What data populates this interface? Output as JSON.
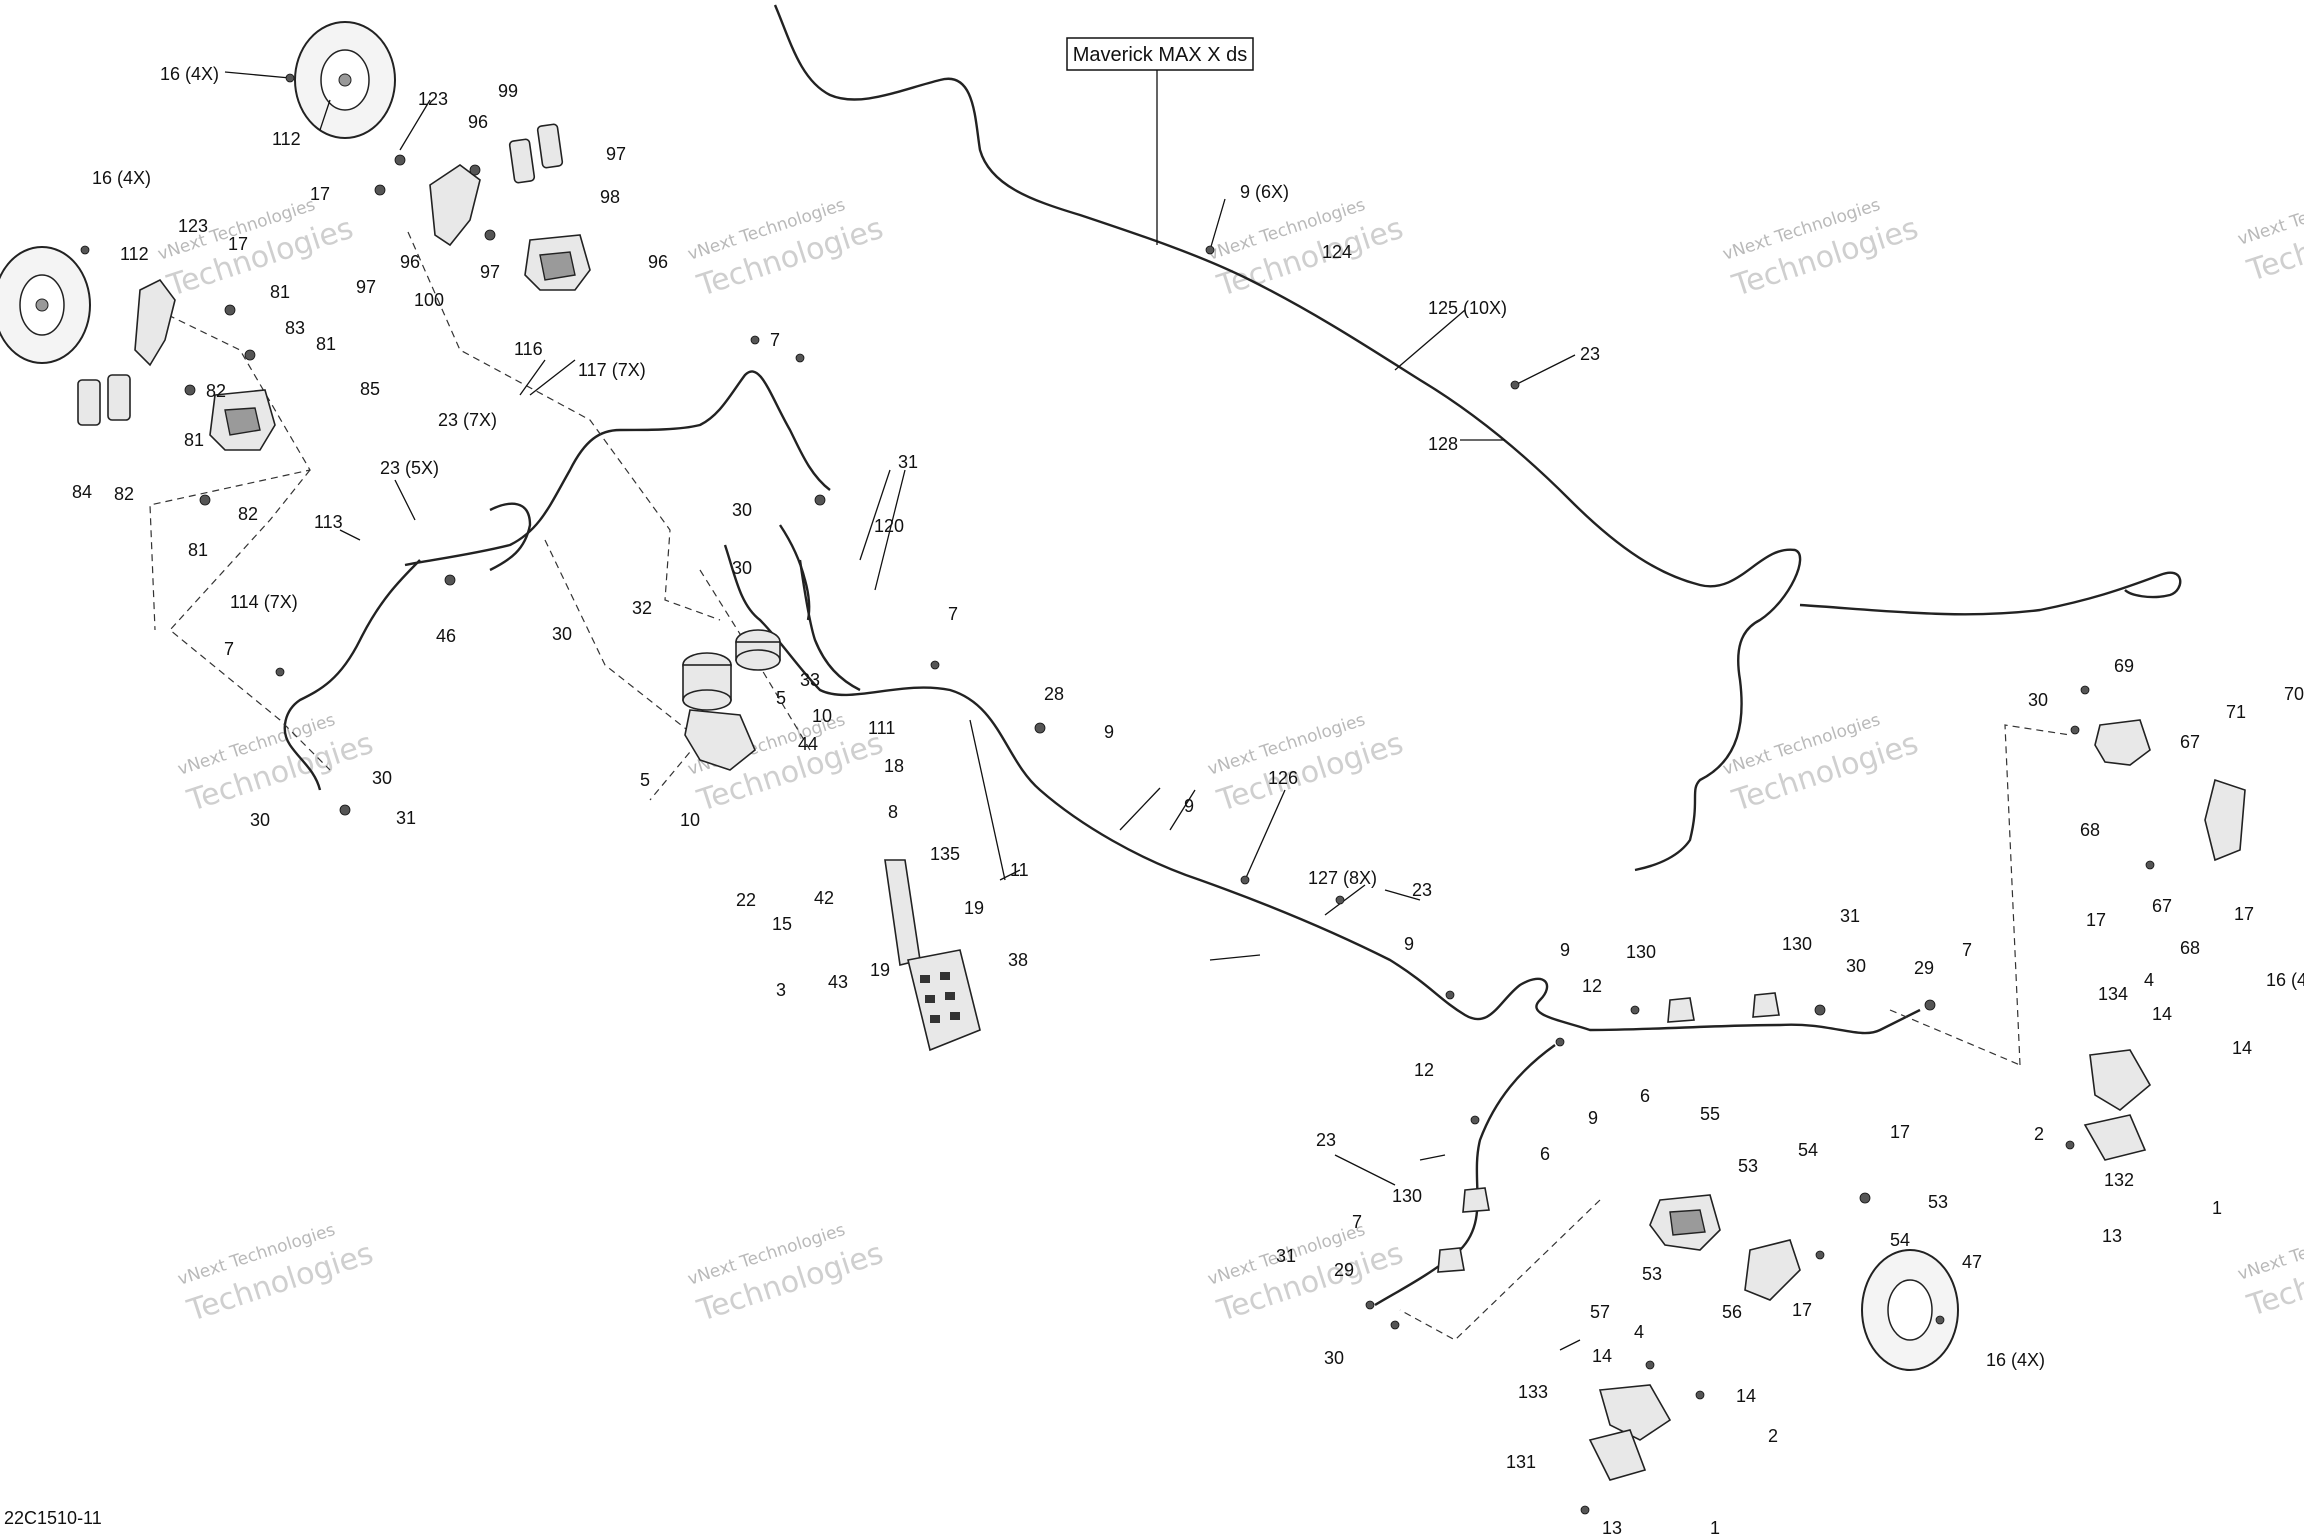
{
  "diagram": {
    "model_label": "Maverick MAX X ds",
    "reference_code": "22C1510-11",
    "watermark_lines": [
      "vNext Technologies",
      "Technologies"
    ],
    "callouts": {
      "c16a": "16 (4X)",
      "c112a": "112",
      "c123a": "123",
      "c17a": "17",
      "c96a": "96",
      "c99": "99",
      "c97a": "97",
      "c98": "98",
      "c96b": "96",
      "c97b": "97",
      "c96c": "96",
      "c97c": "97",
      "c100": "100",
      "c16b": "16 (4X)",
      "c112b": "112",
      "c123b": "123",
      "c17b": "17",
      "c81a": "81",
      "c83": "83",
      "c81b": "81",
      "c82a": "82",
      "c85": "85",
      "c81c": "81",
      "c84": "84",
      "c82b": "82",
      "c82c": "82",
      "c81d": "81",
      "c116": "116",
      "c117": "117 (7X)",
      "c7a": "7",
      "c23a": "23 (7X)",
      "c23b": "23 (5X)",
      "c31a": "31",
      "c30a": "30",
      "c113": "113",
      "c46": "46",
      "c30b": "30",
      "c114": "114 (7X)",
      "c7b": "7",
      "c30c": "30",
      "c30d": "30",
      "c31b": "31",
      "c120": "120",
      "c30e": "30",
      "c32": "32",
      "c33": "33",
      "c5a": "5",
      "c10a": "10",
      "c44": "44",
      "c5b": "5",
      "c10b": "10",
      "c111": "111",
      "c18": "18",
      "c8": "8",
      "c135": "135",
      "c22": "22",
      "c15": "15",
      "c42": "42",
      "c11": "11",
      "c19a": "19",
      "c3": "3",
      "c43": "43",
      "c19b": "19",
      "c38": "38",
      "c7c": "7",
      "c28": "28",
      "c9a": "9",
      "c9b": "9 (6X)",
      "c124": "124",
      "c125": "125 (10X)",
      "c23c": "23",
      "c128": "128",
      "c126": "126",
      "c9c": "9",
      "c127": "127 (8X)",
      "c23d": "23",
      "c9d": "9",
      "c9e": "9",
      "c12a": "12",
      "c6a": "6",
      "c9f": "9",
      "c12b": "12",
      "c6b": "6",
      "c130a": "130",
      "c130b": "130",
      "c31c": "31",
      "c30f": "30",
      "c29a": "29",
      "c7d": "7",
      "c23e": "23",
      "c130c": "130",
      "c7e": "7",
      "c31d": "31",
      "c29b": "29",
      "c30g": "30",
      "c55": "55",
      "c53a": "53",
      "c54a": "54",
      "c17c": "17",
      "c53b": "53",
      "c54b": "54",
      "c53c": "53",
      "c57": "57",
      "c56": "56",
      "c17d": "17",
      "c47": "47",
      "c16c": "16 (4X)",
      "c4a": "4",
      "c14a": "14",
      "c14b": "14",
      "c133": "133",
      "c2a": "2",
      "c131": "131",
      "c13a": "13",
      "c1a": "1",
      "c30h": "30",
      "c69": "69",
      "c71": "71",
      "c70": "70",
      "c67a": "67",
      "c68a": "68",
      "c17e": "17",
      "c67b": "67",
      "c68b": "68",
      "c17f": "17",
      "c16d": "16 (4",
      "c134": "134",
      "c14c": "14",
      "c4b": "4",
      "c14d": "14",
      "c2b": "2",
      "c132": "132",
      "c13b": "13",
      "c1b": "1"
    }
  }
}
